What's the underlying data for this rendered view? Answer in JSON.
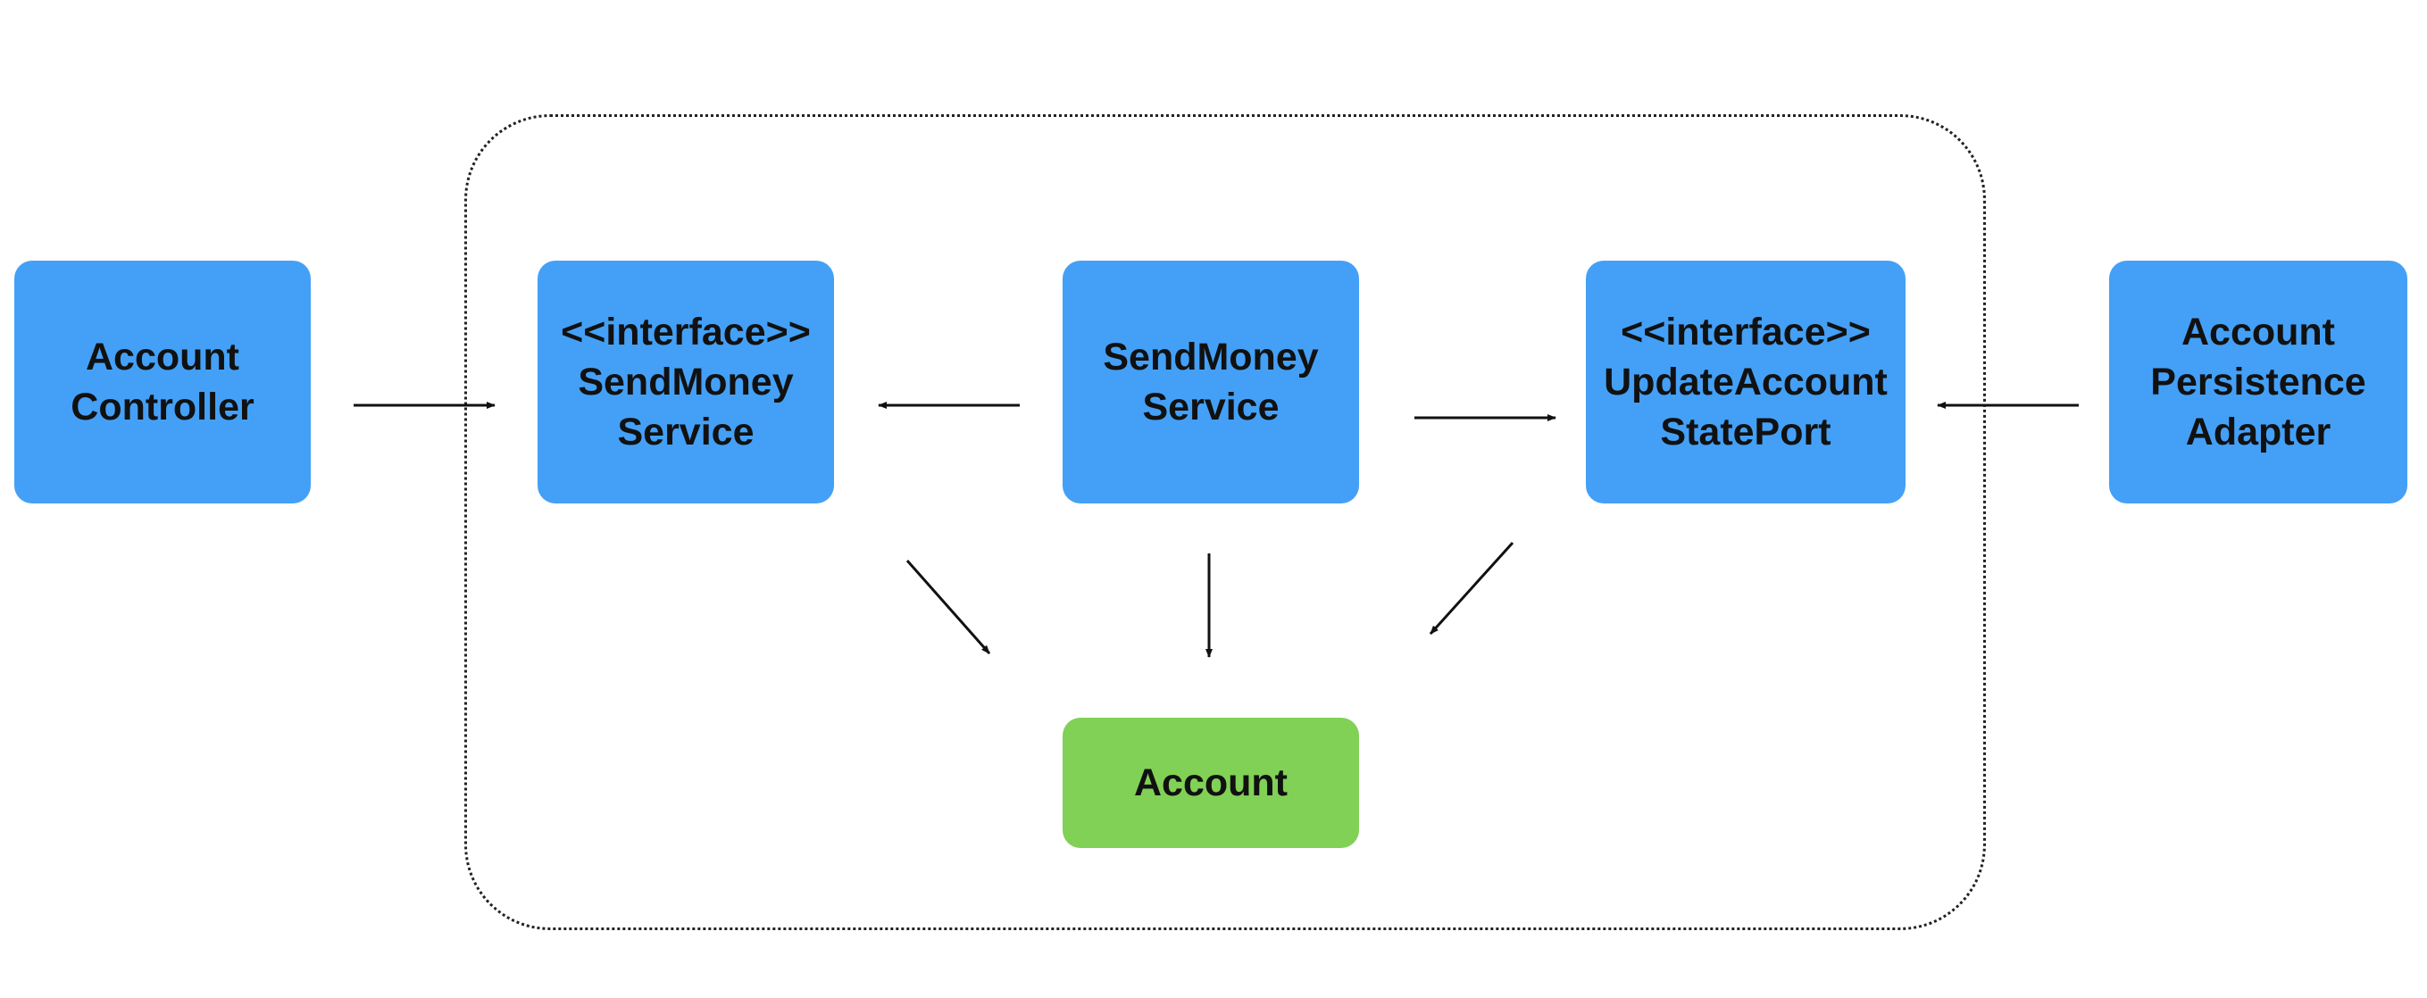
{
  "colors": {
    "component_fill": "#44a0f6",
    "domain_fill": "#80d155",
    "text": "#111111",
    "arrow": "#111111",
    "boundary": "#222222"
  },
  "nodes": {
    "account_controller": {
      "label": "Account\nController"
    },
    "send_money_use_case": {
      "label": "<<interface>>\nSendMoney\nService"
    },
    "send_money_service": {
      "label": "SendMoney\nService"
    },
    "update_account_state_port": {
      "label": "<<interface>>\nUpdateAccount\nStatePort"
    },
    "account_persistence_adapter": {
      "label": "Account\nPersistence\nAdapter"
    },
    "account": {
      "label": "Account"
    }
  },
  "arrows": [
    {
      "name": "arrow-controller-to-usecase",
      "from": "account_controller",
      "to": "send_money_use_case"
    },
    {
      "name": "arrow-service-to-usecase",
      "from": "send_money_service",
      "to": "send_money_use_case"
    },
    {
      "name": "arrow-service-to-port",
      "from": "send_money_service",
      "to": "update_account_state_port"
    },
    {
      "name": "arrow-adapter-to-port",
      "from": "account_persistence_adapter",
      "to": "update_account_state_port"
    },
    {
      "name": "arrow-usecase-to-account",
      "from": "send_money_use_case",
      "to": "account"
    },
    {
      "name": "arrow-service-to-account",
      "from": "send_money_service",
      "to": "account"
    },
    {
      "name": "arrow-port-to-account",
      "from": "update_account_state_port",
      "to": "account"
    }
  ]
}
